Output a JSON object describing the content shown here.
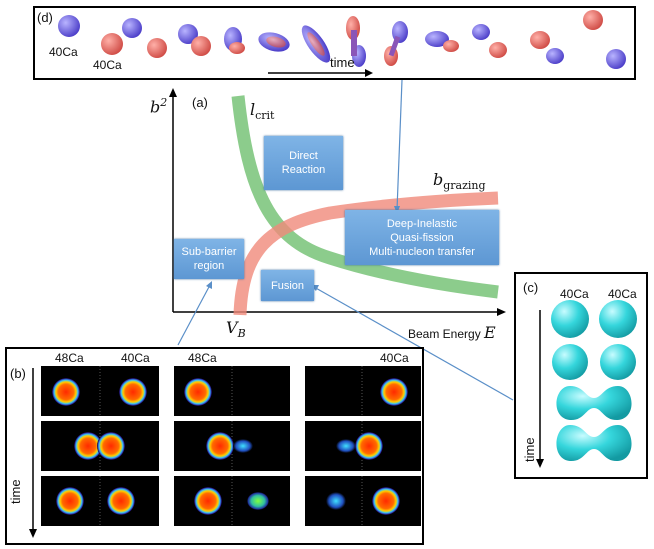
{
  "panel_d": {
    "label": "(d)",
    "nucleus_left": "40Ca",
    "nucleus_right": "40Ca",
    "time_label": "time"
  },
  "panel_a": {
    "label": "(a)",
    "ylabel": "b",
    "ylabel_sup": "2",
    "xlabel": "Beam Energy",
    "xlabel_var": "E",
    "lcrit_label": "l",
    "lcrit_sub": "crit",
    "bgrazing_label": "b",
    "bgrazing_sub": "grazing",
    "vb_label": "V",
    "vb_sub": "B",
    "boxes": {
      "direct": [
        "Direct",
        "Reaction"
      ],
      "deep": [
        "Deep-Inelastic",
        "Quasi-fission",
        "Multi-nucleon transfer"
      ],
      "subbarrier": [
        "Sub-barrier",
        "region"
      ],
      "fusion": [
        "Fusion"
      ]
    }
  },
  "panel_b": {
    "label": "(b)",
    "col1_left": "48Ca",
    "col1_right": "40Ca",
    "col2_left": "48Ca",
    "col3_right": "40Ca",
    "time_label": "time"
  },
  "panel_c": {
    "label": "(c)",
    "left": "40Ca",
    "right": "40Ca",
    "time_label": "time"
  },
  "colors": {
    "lcrit": "#6fbf6f",
    "bgrazing": "#f08a7a",
    "arrow": "#5a8fc8",
    "cyan": "#2fd3d8"
  }
}
